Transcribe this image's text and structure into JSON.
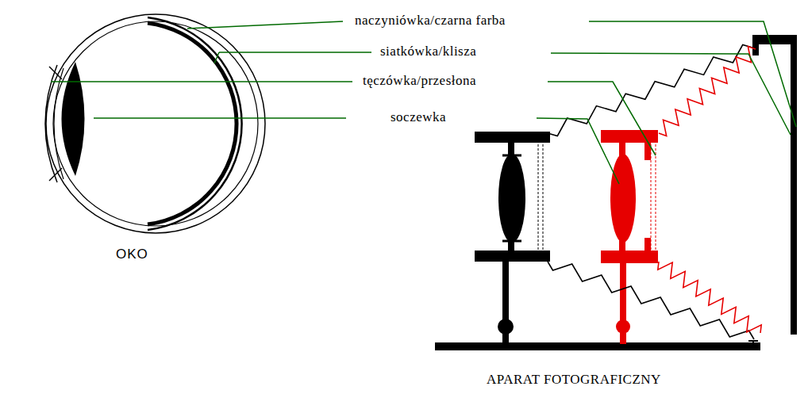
{
  "diagram": {
    "labels": [
      "naczyniówka/czarna farba",
      "siatkówka/klisza",
      "tęczówka/przesłona",
      "soczewka",
      "OKO",
      "APARAT FOTOGRAFICZNY"
    ]
  }
}
